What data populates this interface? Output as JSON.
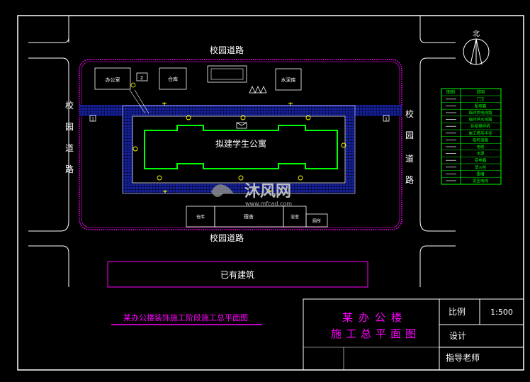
{
  "roads": {
    "top": "校园道路",
    "bottom": "校园道路",
    "left": [
      "校",
      "园",
      "道",
      "路"
    ],
    "right": [
      "校",
      "园",
      "道",
      "路"
    ]
  },
  "site": {
    "top_buildings": {
      "office": "办公室",
      "number_two": "2",
      "warehouse": "仓库",
      "cement_store": "水泥库"
    },
    "gate_left": "1",
    "gate_right": "1",
    "main_building": "拟建学生公寓",
    "bottom_buildings": {
      "storage": "仓库",
      "dorm": "宿舍",
      "bath": "浴室",
      "toilet": "厕所"
    }
  },
  "existing_building": "已有建筑",
  "north_label": "北",
  "drawing_caption": "某办公楼装饰施工阶段施工总平面图",
  "legend": {
    "header_symbol": "图例",
    "header_desc": "说明",
    "rows": [
      "门卫",
      "配电箱",
      "临时供电线路",
      "临时供水线路",
      "砂浆搅拌机",
      "施工塔吊半径",
      "临时道路",
      "电缆",
      "水源",
      "变电箱",
      "消火栓",
      "围墙",
      "变压电线"
    ]
  },
  "title_block": {
    "title_line1": "某办公楼",
    "title_line2": "施工总平面图",
    "scale_label": "比例",
    "scale_value": "1:500",
    "design_label": "设计",
    "advisor_label": "指导老师"
  },
  "watermark": {
    "text": "沐风网",
    "url": "www.mfcad.com"
  },
  "colors": {
    "magenta": "#ff00ff",
    "green": "#00ff00",
    "blue": "#2222ff",
    "white": "#ffffff",
    "yellow": "#ffff00"
  }
}
